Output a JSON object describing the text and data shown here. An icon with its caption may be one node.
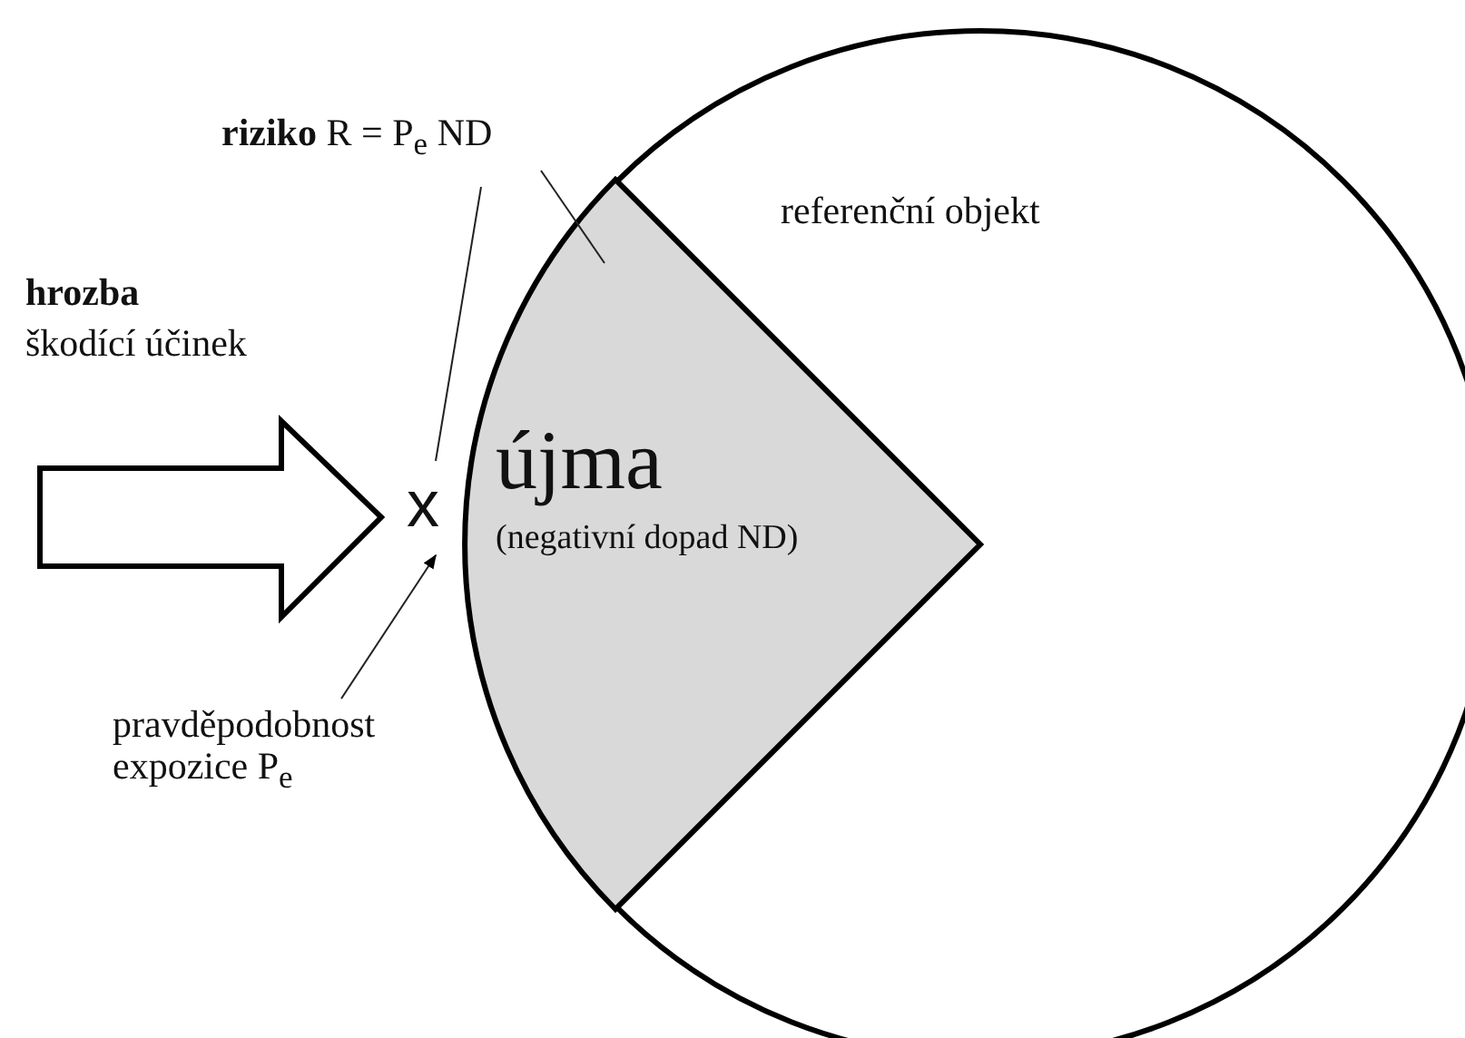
{
  "diagram": {
    "nodes": [
      {
        "text": [
          "referenční objekt"
        ]
      },
      {
        "text": [
          "újma",
          "(negativní dopad ND)"
        ],
        "in": 0
      },
      {
        "text": [
          "hrozba",
          "škodící účinek"
        ]
      },
      {
        "text": [
          "x"
        ]
      },
      {
        "text": [
          "**riziko** R = P$_{e}$ ND"
        ]
      },
      {
        "text": [
          "pravděpodobnost expozice P$_{e}$"
        ]
      }
    ],
    "edges": [
      {
        "from": 4,
        "to": 3,
        "arrow": "none"
      },
      {
        "from": 4,
        "to": 1,
        "arrow": "none"
      },
      {
        "from": 5,
        "to": 3,
        "arrow": "to"
      }
    ]
  }
}
